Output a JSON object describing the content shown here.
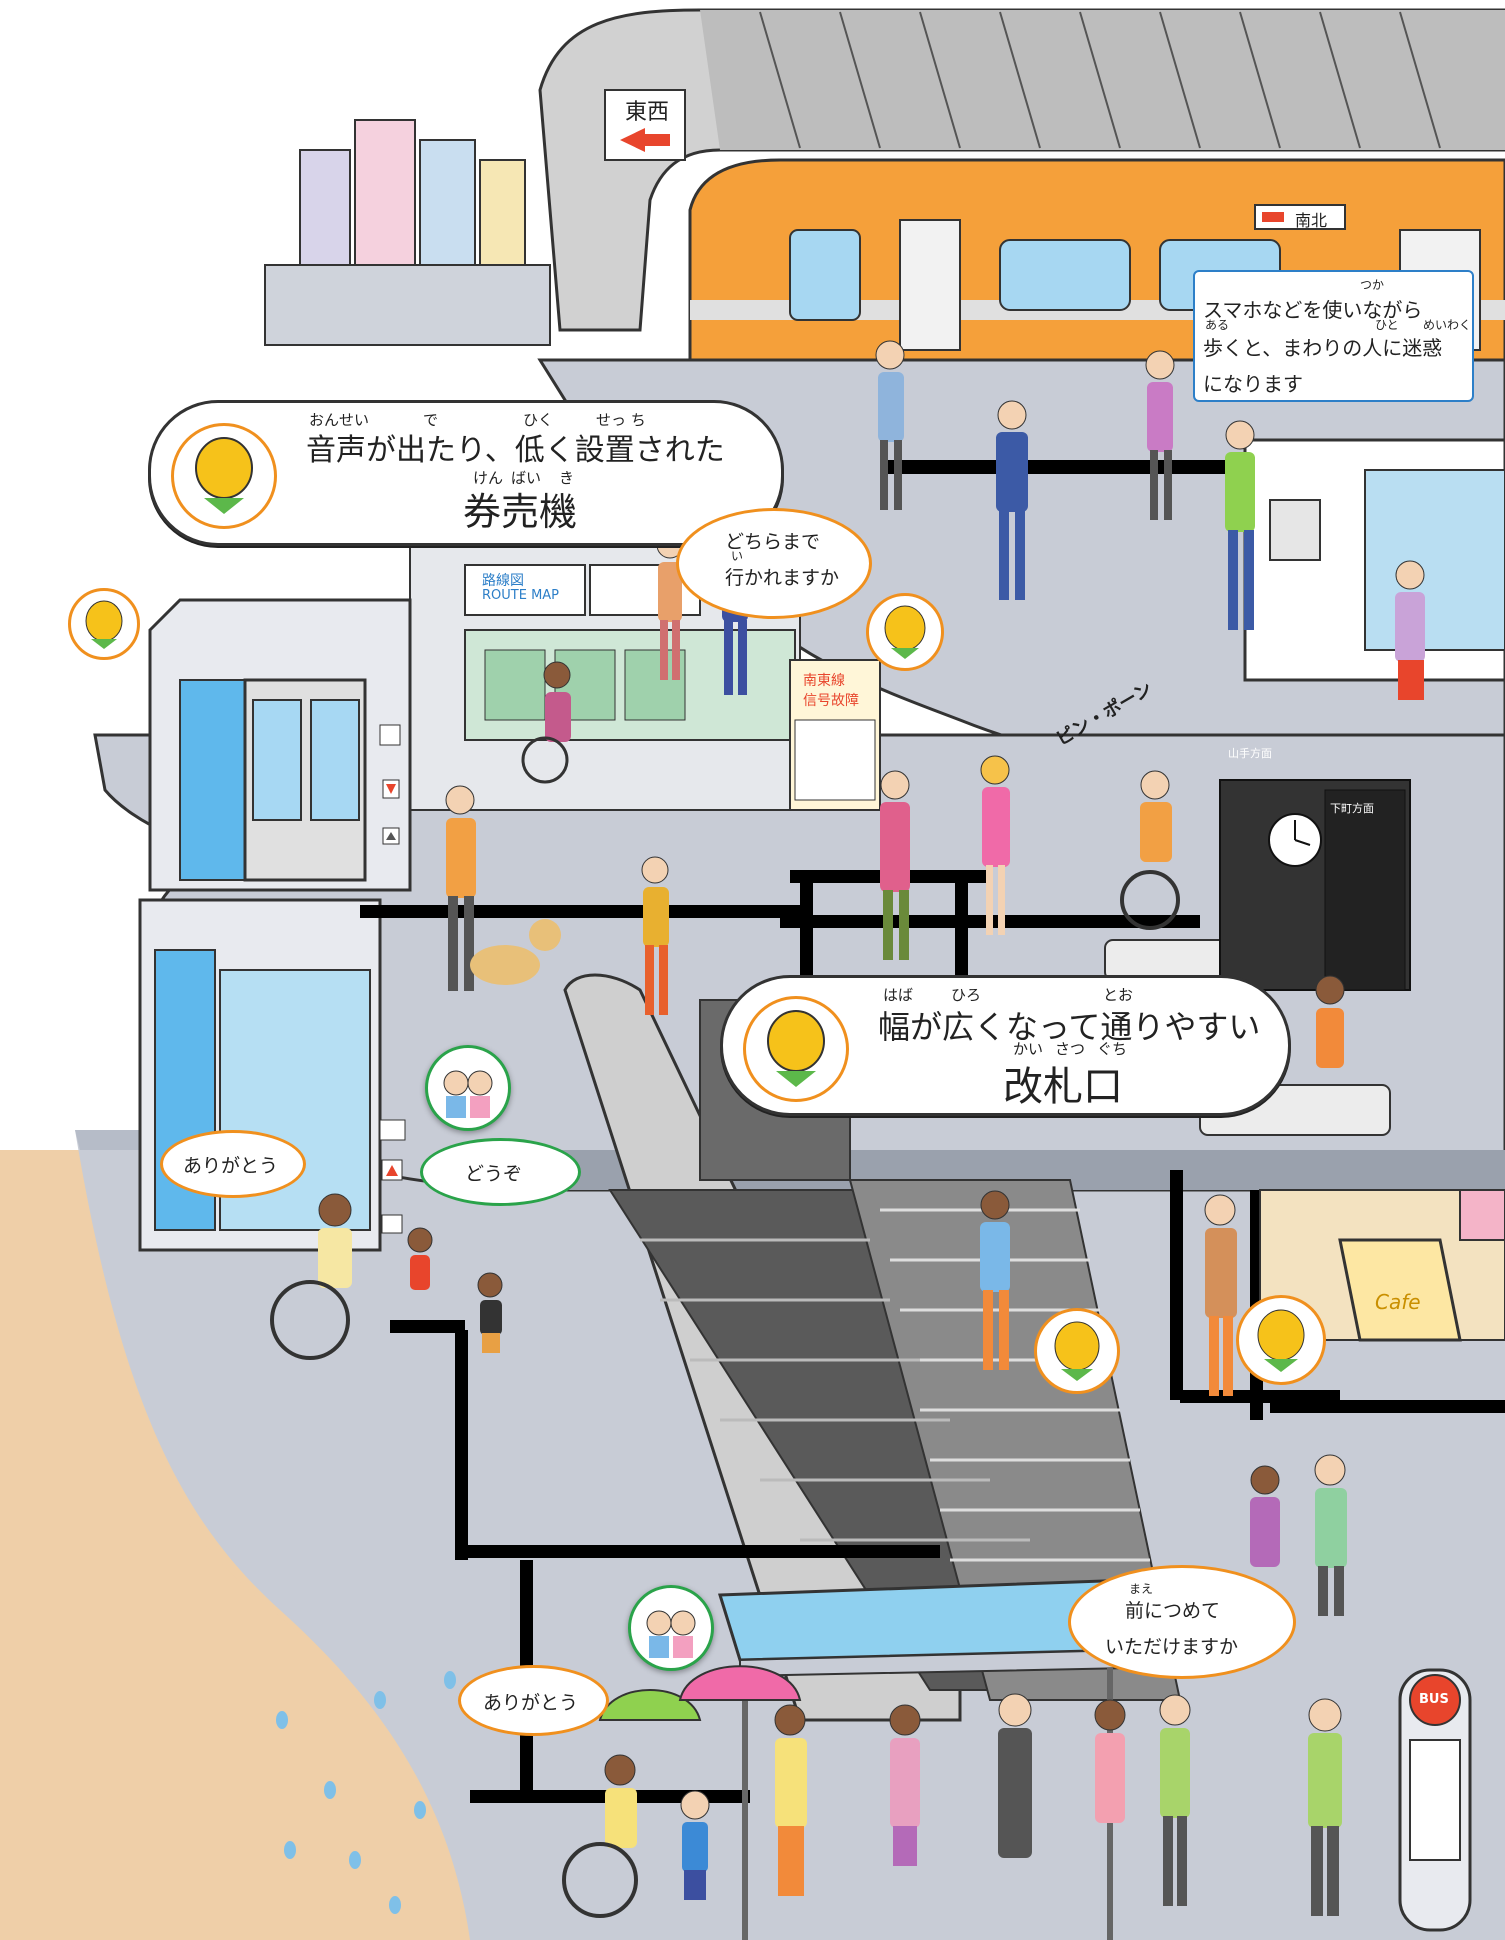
{
  "signs": {
    "train_line_east_west": "東西",
    "train_line_north_south": "南北",
    "route_map_ja": "路線図",
    "route_map_en": "ROUTE MAP",
    "notice_line": "南東線",
    "notice_fault": "信号故障",
    "door_chime": "ピン・ポーン",
    "platform_1": "山手方面",
    "platform_2": "下町方面",
    "cafe": "Cafe",
    "bus": "BUS"
  },
  "bubbles": {
    "ticket_machine": {
      "line1": "音声が出たり、低く設置された",
      "line2": "券売機",
      "ruby": [
        "おんせい",
        "で",
        "ひく",
        "せっ ち",
        "けん",
        "ばい",
        "き"
      ]
    },
    "gate": {
      "line1": "幅が広くなって通りやすい",
      "line2": "改札口",
      "ruby": [
        "はば",
        "ひろ",
        "とお",
        "かい",
        "さつ",
        "ぐち"
      ]
    },
    "smartphone": {
      "line1": "スマホなどを使いながら",
      "line2": "歩くと、まわりの人に迷惑",
      "line3": "になります",
      "ruby": [
        "つか",
        "ある",
        "ひと",
        "めいわく"
      ]
    },
    "where_to": {
      "line1": "どちらまで",
      "line2": "行かれますか",
      "ruby": [
        "い"
      ]
    },
    "thanks_elevator": {
      "text": "ありがとう"
    },
    "after_you": {
      "text": "どうぞ"
    },
    "thanks_umbrella": {
      "text": "ありがとう"
    },
    "move_forward": {
      "line1": "前につめて",
      "line2": "いただけますか",
      "ruby": [
        "まえ"
      ]
    }
  },
  "colors": {
    "train_orange": "#f5a03a",
    "roof_gray": "#c9c9c9",
    "floor_gray": "#c8ccd6",
    "floor_dark": "#9aa1ad",
    "tactile_yellow": "#f2b619",
    "ground_tan": "#efcfa8",
    "bubble_orange": "#f0901e",
    "bubble_green": "#2aa34a",
    "bubble_blue": "#2d7fc8",
    "canopy_blue": "#8fd0ef"
  },
  "icons": [
    "dog-mascot-icon",
    "children-pair-icon",
    "elevator-icon",
    "wheelchair-icon",
    "bus-stop-icon"
  ]
}
